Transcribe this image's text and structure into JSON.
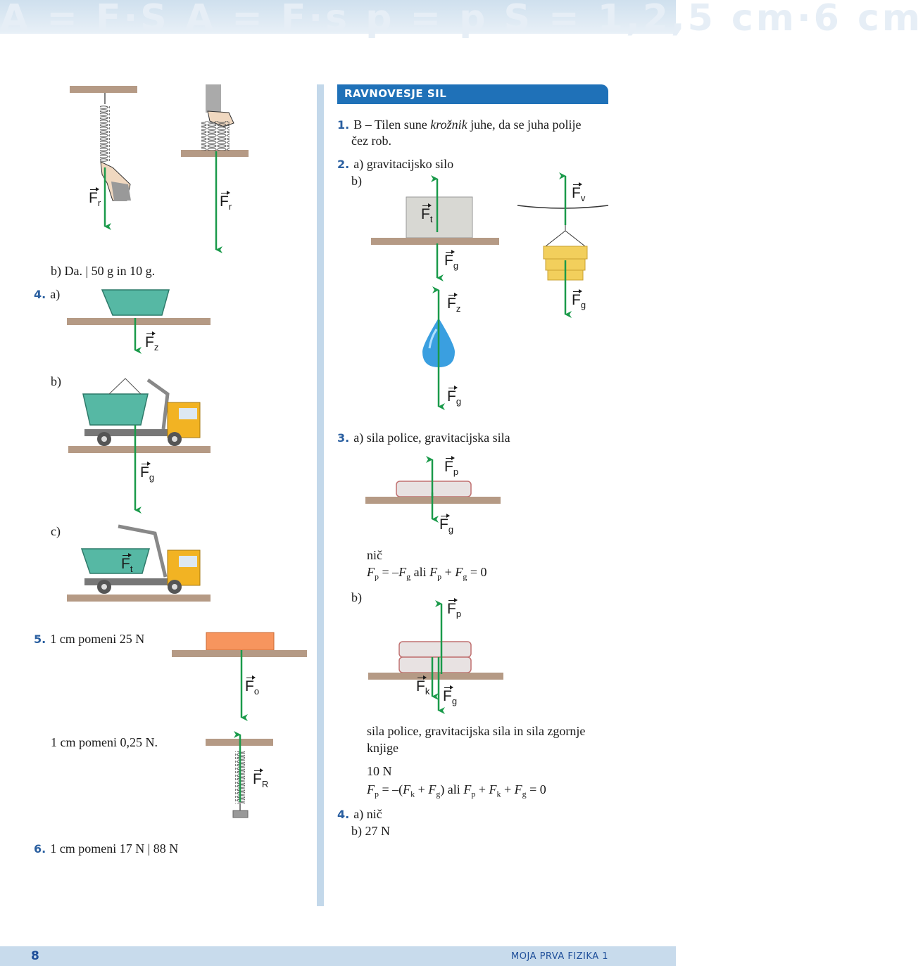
{
  "banner": {
    "text": "A = F·S A = F·s p = p S = 1,2,5 cm·6 cm"
  },
  "section": {
    "title": "RAVNOVESJE SIL"
  },
  "right": {
    "q1": {
      "num": "1.",
      "line1": "B – Tilen sune ",
      "line1_em": "krožnik",
      "line1_end": " juhe, da se juha polije",
      "line2": "čez rob."
    },
    "q2a": {
      "num": "2.",
      "text": "a) gravitacijsko silo"
    },
    "q2b": {
      "text": "b)"
    },
    "q3a": {
      "num": "3.",
      "text": "a) sila police, gravitacijska sila"
    },
    "q3b_nic": "nič",
    "q3b_eq": {
      "p1": "F",
      "s1": "p",
      "eq": " = –",
      "p2": "F",
      "s2": "g",
      "ali": " ali ",
      "p3": "F",
      "s3": "p",
      "plus": " + ",
      "p4": "F",
      "s4": "g",
      "end": " = 0"
    },
    "q3b_label": "b)",
    "q3c_text1": "sila police, gravitacijska sila in sila zgornje",
    "q3c_text2": "knjige",
    "q3c_val": "10 N",
    "q3c_eq": {
      "a": "F",
      "as": "p",
      "b": " = –(",
      "c": "F",
      "cs": "k",
      "d": " + ",
      "e": "F",
      "es": "g",
      "f": ") ali ",
      "g": "F",
      "gs": "p",
      "h": " + ",
      "i": "F",
      "is": "k",
      "j": " + ",
      "k": "F",
      "ks": "g",
      "l": " = 0"
    },
    "q4": {
      "num": "4.",
      "a": "a) nič",
      "b": "b) 27 N"
    }
  },
  "left": {
    "q3b": "b) Da. | 50 g in 10 g.",
    "q4": {
      "num": "4.",
      "a": "a)",
      "b": "b)",
      "c": "c)"
    },
    "q5": {
      "num": "5.",
      "text": "1 cm pomeni 25 N"
    },
    "q5b": "1 cm pomeni 0,25 N.",
    "q6": {
      "num": "6.",
      "text": "1 cm pomeni 17 N | 88 N"
    }
  },
  "forces": {
    "F": "F",
    "r1": "r",
    "r2": "r",
    "t1": "t",
    "v": "v",
    "g1": "g",
    "z1": "z",
    "g2": "g",
    "z2": "z",
    "g3": "g",
    "g4": "g",
    "p1": "p",
    "g5": "g",
    "t2": "t",
    "p2": "p",
    "o": "o",
    "k": "k",
    "g6": "g",
    "R": "R"
  },
  "footer": {
    "page": "8",
    "book": "MOJA PRVA FIZIKA 1"
  },
  "colors": {
    "accent": "#1f71b8",
    "arrow": "#1a9a4a",
    "ground": "#b59a85",
    "container": "#56b8a4",
    "truck": "#f2b323",
    "drop": "#3a9fe0"
  }
}
